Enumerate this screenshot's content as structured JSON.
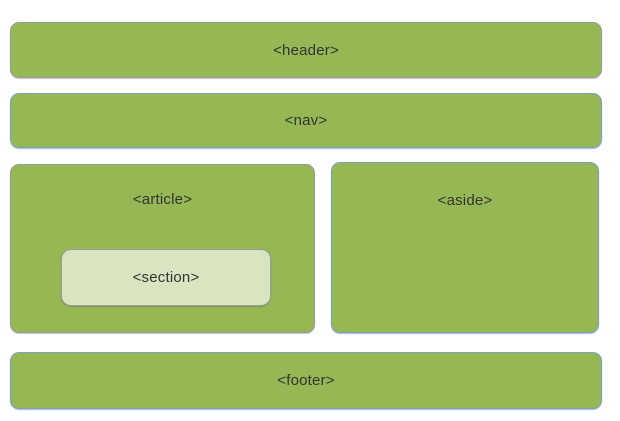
{
  "diagram": {
    "description": "HTML5 semantic page layout diagram",
    "colors": {
      "box_fill": "#95b854",
      "section_fill": "#d9e4c1",
      "border_gray": "#9a9a9a",
      "border_blue": "#7ba2bf",
      "label_text": "#333333"
    },
    "boxes": [
      {
        "id": "header",
        "label": "<header>"
      },
      {
        "id": "nav",
        "label": "<nav>"
      },
      {
        "id": "article",
        "label": "<article>"
      },
      {
        "id": "section",
        "label": "<section>"
      },
      {
        "id": "aside",
        "label": "<aside>"
      },
      {
        "id": "footer",
        "label": "<footer>"
      }
    ]
  }
}
